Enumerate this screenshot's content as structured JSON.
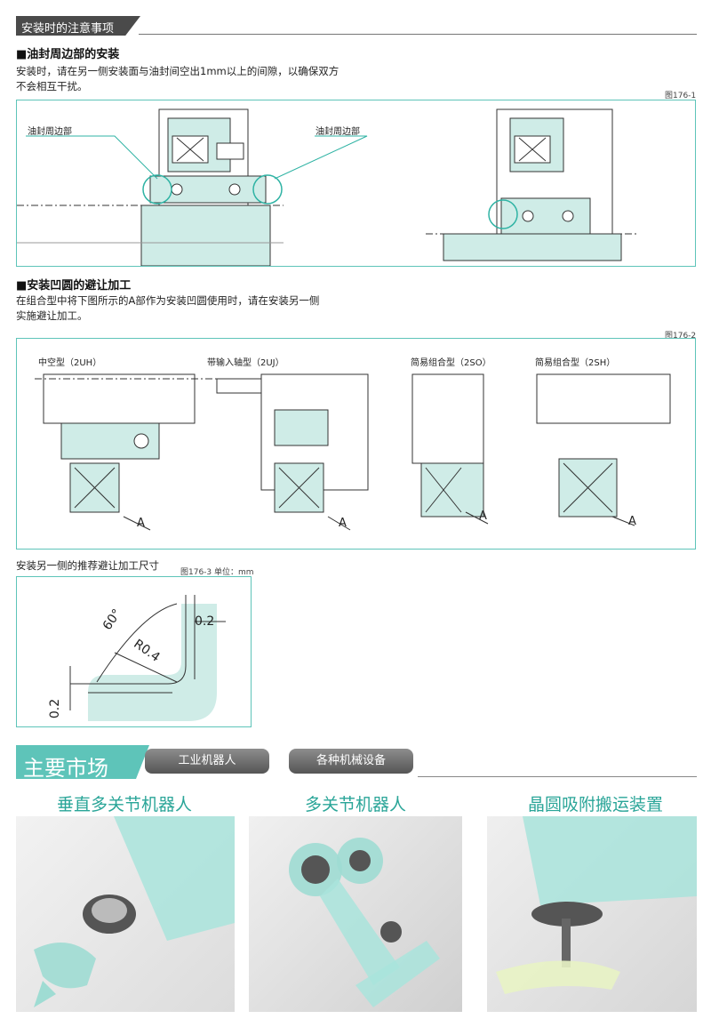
{
  "header": {
    "title": "安装时的注意事项"
  },
  "section1": {
    "title": "■油封周边部的安装",
    "body_line1": "安装时，请在另一侧安装面与油封间空出1mm以上的间隙，以确保双方",
    "body_line2": "不会相互干扰。",
    "fig": "图176-1",
    "callout_left": "油封周边部",
    "callout_right": "油封周边部"
  },
  "section2": {
    "title": "■安装凹圆的避让加工",
    "body_line1": "在组合型中将下图所示的A部作为安装凹圆使用时，请在安装另一侧",
    "body_line2": "实施避让加工。",
    "fig": "图176-2",
    "types": [
      "中空型（2UH）",
      "带输入轴型（2UJ）",
      "简易组合型（2SO）",
      "简易组合型（2SH）"
    ],
    "mark": "A"
  },
  "section3": {
    "title": "安装另一侧的推荐避让加工尺寸",
    "fig": "图176-3  单位：mm",
    "dim_angle": "60°",
    "dim_radius": "R0.4",
    "dim_top": "0.2",
    "dim_side": "0.2"
  },
  "markets": {
    "title": "主要市场",
    "tags": [
      "工业机器人",
      "各种机械设备"
    ],
    "categories": [
      "垂直多关节机器人",
      "多关节机器人",
      "晶圆吸附搬运装置"
    ]
  },
  "colors": {
    "accent": "#5ec4b9",
    "teal_fill": "#bfe6e0",
    "title_teal": "#2aa598"
  }
}
